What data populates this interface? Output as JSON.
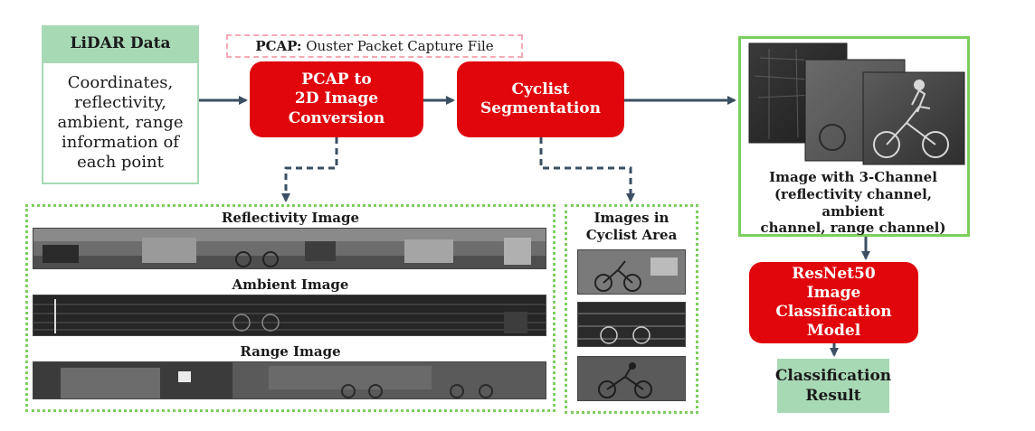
{
  "lidar": {
    "title": "LiDAR Data",
    "lines": [
      "Coordinates,",
      "reflectivity,",
      "ambient, range",
      "information of",
      "each point"
    ]
  },
  "pcap_note": {
    "bold": "PCAP:",
    "text": " Ouster Packet Capture File"
  },
  "pcap_box": {
    "lines": [
      "PCAP to",
      "2D Image",
      "Conversion"
    ]
  },
  "cyclist_box": {
    "lines": [
      "Cyclist",
      "Segmentation"
    ]
  },
  "channel": {
    "lines": [
      "Image with 3-Channel",
      "(reflectivity channel, ambient",
      "channel, range channel)"
    ]
  },
  "resnet_box": {
    "lines": [
      "ResNet50",
      "Image Classification",
      "Model"
    ]
  },
  "result_box": {
    "lines": [
      "Classification",
      "Result"
    ]
  },
  "left_panel": {
    "reflectivity_title": "Reflectivity Image",
    "ambient_title": "Ambient Image",
    "range_title": "Range Image"
  },
  "right_panel": {
    "lines": [
      "Images in",
      "Cyclist Area"
    ]
  },
  "colors": {
    "red": "#e0060c",
    "green_fill": "#a8d9b5",
    "green_dotted": "#7ccf5c",
    "arrow": "#3b4f63",
    "pink_dashed": "#f2a9b3"
  }
}
